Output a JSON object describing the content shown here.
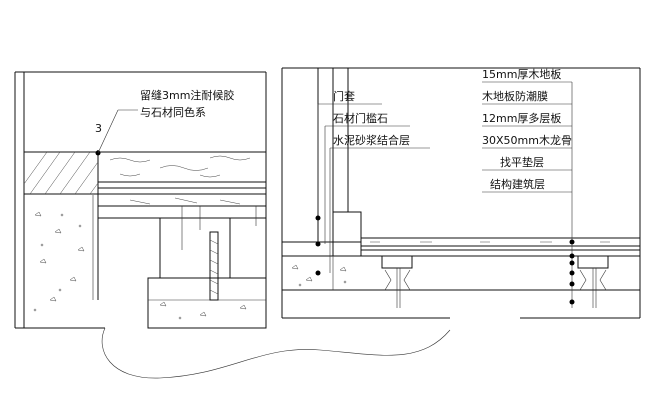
{
  "left_detail": {
    "note_line1": "留缝3mm注耐候胶",
    "note_line2": "与石材同色系",
    "marker_number": "3"
  },
  "right_detail": {
    "left_labels": [
      "门套",
      "石材门槛石",
      "水泥砂浆结合层"
    ],
    "right_labels": [
      "15mm厚木地板",
      "木地板防潮膜",
      "12mm厚多层板",
      "30X50mm木龙骨",
      "找平垫层",
      "结构建筑层"
    ]
  }
}
